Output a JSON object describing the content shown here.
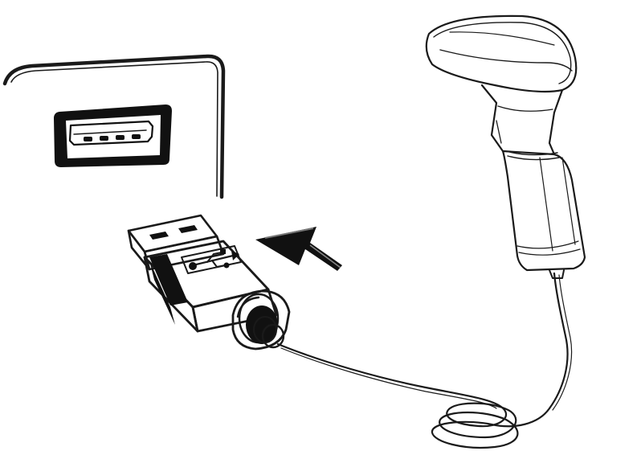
{
  "diagram": {
    "colors": {
      "line": "#1a1a1a",
      "background": "#ffffff",
      "fill_dark": "#111111",
      "fill_light": "#ffffff"
    },
    "components": [
      {
        "id": "host-device",
        "icon": "computer-panel-icon"
      },
      {
        "id": "usb-port",
        "icon": "usb-port-icon"
      },
      {
        "id": "usb-plug",
        "icon": "usb-plug-icon"
      },
      {
        "id": "usb-logo",
        "icon": "usb-trident-icon"
      },
      {
        "id": "insert-arrow",
        "icon": "arrow-icon"
      },
      {
        "id": "coiled-cable",
        "icon": "coiled-cable-icon"
      },
      {
        "id": "barcode-scanner",
        "icon": "handheld-scanner-icon"
      }
    ]
  }
}
